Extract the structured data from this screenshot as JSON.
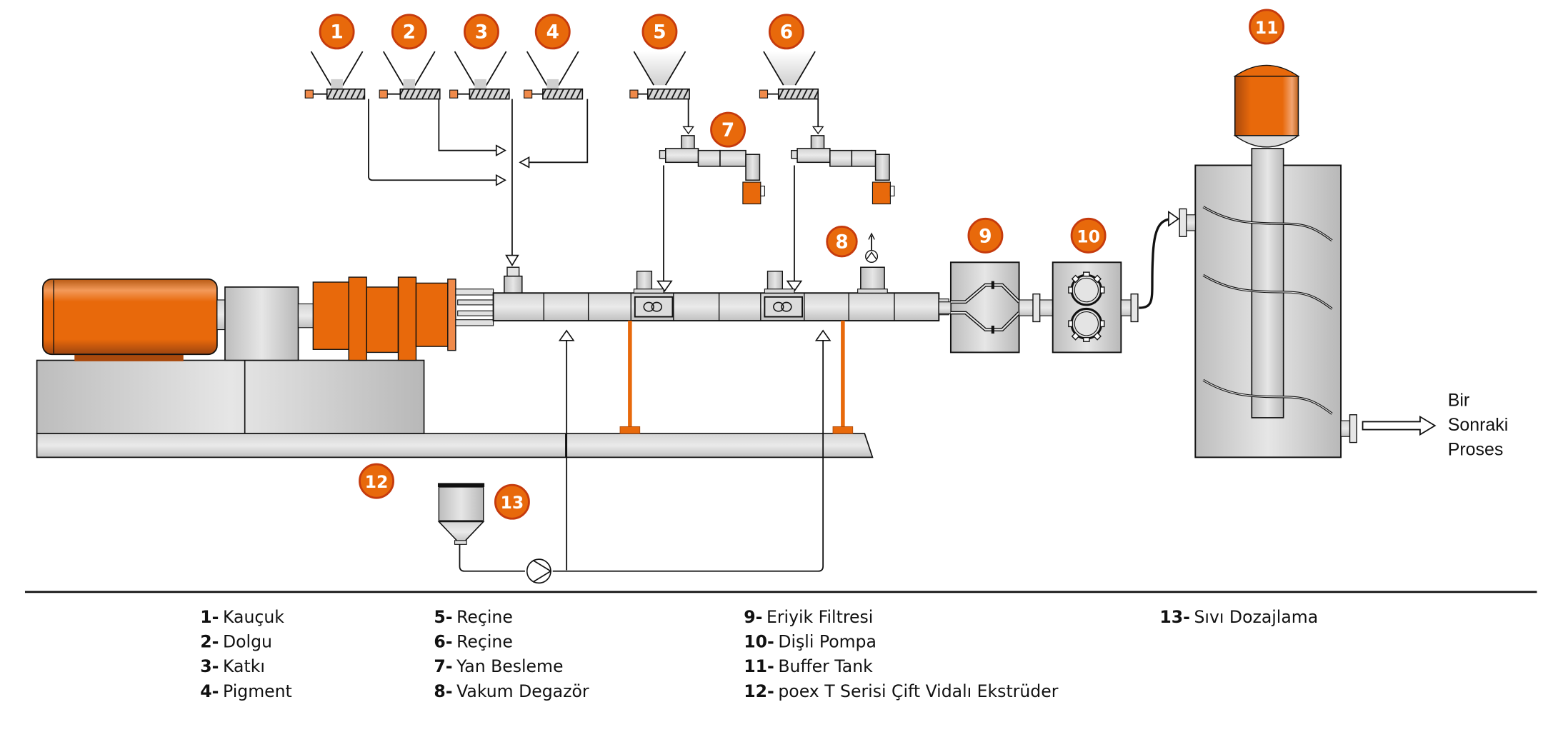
{
  "diagram": {
    "title": "poex T Serisi Çift Vidalı Ekstrüder proses şeması",
    "colors": {
      "orange": "#e8690b",
      "orange_light": "#f08a4a",
      "orange_dark": "#a9490d",
      "steel_light": "#e2e2e2",
      "steel_mid": "#c4c4c4",
      "steel_dark": "#a8a8a8",
      "line": "#111111",
      "badge_border": "#c53a0d"
    },
    "badges": [
      {
        "num": "1"
      },
      {
        "num": "2"
      },
      {
        "num": "3"
      },
      {
        "num": "4"
      },
      {
        "num": "5"
      },
      {
        "num": "6"
      },
      {
        "num": "7"
      },
      {
        "num": "8"
      },
      {
        "num": "9"
      },
      {
        "num": "10"
      },
      {
        "num": "11"
      },
      {
        "num": "12"
      },
      {
        "num": "13"
      }
    ],
    "output_label": {
      "line1": "Bir",
      "line2": "Sonraki",
      "line3": "Proses"
    }
  },
  "legend": {
    "columns": [
      [
        {
          "num": "1-",
          "label": "Kauçuk"
        },
        {
          "num": "2-",
          "label": "Dolgu"
        },
        {
          "num": "3-",
          "label": "Katkı"
        },
        {
          "num": "4-",
          "label": "Pigment"
        }
      ],
      [
        {
          "num": "5-",
          "label": "Reçine"
        },
        {
          "num": "6-",
          "label": "Reçine"
        },
        {
          "num": "7-",
          "label": "Yan Besleme"
        },
        {
          "num": "8-",
          "label": "Vakum Degazör"
        }
      ],
      [
        {
          "num": "9-",
          "label": "Eriyik Filtresi"
        },
        {
          "num": "10-",
          "label": "Dişli Pompa"
        },
        {
          "num": "11-",
          "label": "Buffer Tank"
        },
        {
          "num": "12-",
          "label": "poex T Serisi Çift Vidalı Ekstrüder"
        }
      ],
      [
        {
          "num": "13-",
          "label": "Sıvı Dozajlama"
        }
      ]
    ]
  }
}
